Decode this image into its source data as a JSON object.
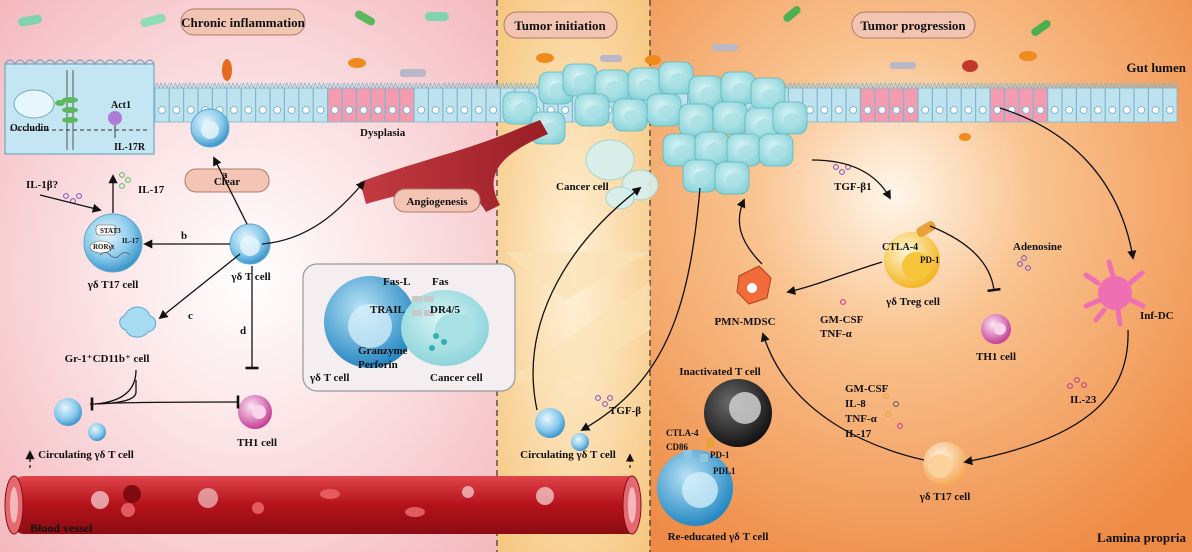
{
  "panels": {
    "chronic": "Chronic inflammation",
    "initiation": "Tumor initiation",
    "progression": "Tumor progression"
  },
  "regions": {
    "gut_lumen": "Gut lumen",
    "lamina_propria": "Lamina propria",
    "blood_vessel": "Blood vessel",
    "dysplasia": "Dysplasia"
  },
  "inset": {
    "occludin": "Occludin",
    "act1": "Act1",
    "il17r": "IL-17R"
  },
  "left": {
    "clear": "Clear",
    "angiogenesis": "Angiogenesis",
    "il1b": "IL-1β?",
    "il17": "IL-17",
    "stat3": "STAT3",
    "rorgt": "RORγt",
    "il17_small": "IL-17",
    "gdt17": "γδ T17 cell",
    "gdt": "γδ T cell",
    "gr1": "Gr-1⁺CD11b⁺ cell",
    "th1": "TH1 cell",
    "circ": "Circulating γδ T cell",
    "letters": [
      "a",
      "b",
      "c",
      "d"
    ]
  },
  "killing": {
    "fasl": "Fas-L",
    "fas": "Fas",
    "trail": "TRAIL",
    "dr45": "DR4/5",
    "granzyme": "Granzyme",
    "perforin": "Perforin",
    "gdt": "γδ T cell",
    "cancer": "Cancer cell"
  },
  "middle": {
    "cancer": "Cancer cell",
    "circ": "Circulating γδ T cell",
    "tgfb": "TGF-β"
  },
  "right": {
    "tgfb1": "TGF-β1",
    "ctla4": "CTLA-4",
    "pd1": "PD-1",
    "adenosine": "Adenosine",
    "treg": "γδ Treg cell",
    "mdsc": "PMN-MDSC",
    "gmcsf": "GM-CSF",
    "tnfa": "TNF-α",
    "th1": "TH1 cell",
    "infdc": "Inf-DC",
    "il23": "IL-23",
    "cytokines": [
      "GM-CSF",
      "IL-8",
      "TNF-α",
      "IL-17"
    ],
    "gdt17": "γδ T17 cell",
    "inactivated": "Inactivated T cell",
    "ctla4b": "CTLA-4",
    "cd86": "CD86",
    "pd1b": "PD-1",
    "pdl1": "PDL1",
    "reeducated": "Re-educated γδ T cell"
  },
  "colors": {
    "left_bg": "#f7c9ce",
    "mid_bg": "#f9cf8a",
    "right_bg": "#f29a55",
    "epithelium": "#bfe2ef",
    "vessel": "#c0141c",
    "tcell": "#3d9fd3",
    "th1": "#c0328f",
    "dc": "#ee5fa6"
  }
}
